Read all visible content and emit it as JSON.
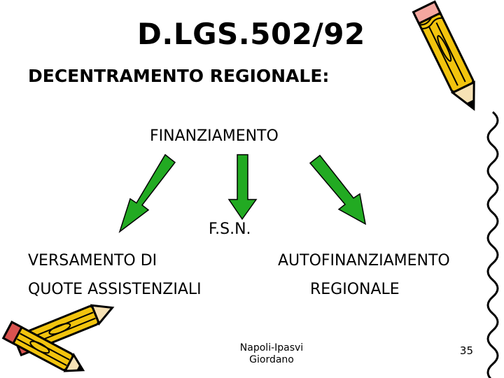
{
  "slide": {
    "title": "D.LGS.502/92",
    "subtitle": "DECENTRAMENTO REGIONALE:",
    "root_node": "FINANZIAMENTO",
    "center_node": "F.S.N.",
    "left_node_line1": "VERSAMENTO DI",
    "left_node_line2": "QUOTE ASSISTENZIALI",
    "right_node_line1": "AUTOFINANZIAMENTO",
    "right_node_line2": "REGIONALE",
    "footer_line1": "Napoli-Ipasvi",
    "footer_line2": "Giordano",
    "page_number": "35"
  },
  "colors": {
    "arrow_fill": "#22aa22",
    "arrow_stroke": "#000000",
    "pencil_body": "#f2c40e",
    "pencil_outline": "#000000",
    "eraser": "#d9534f"
  },
  "icons": [
    "pencil-icon",
    "pencils-icon",
    "squiggle-decoration"
  ]
}
